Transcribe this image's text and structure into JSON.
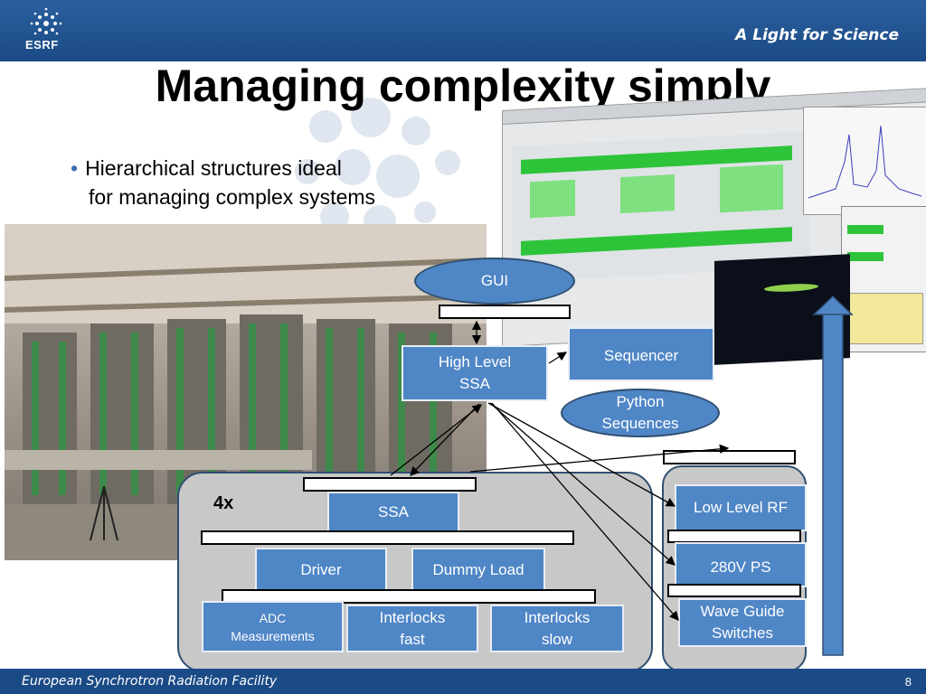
{
  "header": {
    "logo_text": "ESRF",
    "tagline": "A Light for Science"
  },
  "footer": {
    "org": "European Synchrotron Radiation Facility",
    "page": "8"
  },
  "title": "Managing complexity simply",
  "bullet": {
    "line1": "Hierarchical structures ideal",
    "line2": "for managing complex systems"
  },
  "diagram": {
    "gui": "GUI",
    "high_level_line1": "High Level",
    "high_level_line2": "SSA",
    "sequencer": "Sequencer",
    "python_line1": "Python",
    "python_line2": "Sequences",
    "multiplier": "4x",
    "ssa": "SSA",
    "driver": "Driver",
    "dummy_load": "Dummy Load",
    "adc_line1": "ADC",
    "adc_line2": "Measurements",
    "interlocks_fast_line1": "Interlocks",
    "interlocks_fast_line2": "fast",
    "interlocks_slow_line1": "Interlocks",
    "interlocks_slow_line2": "slow",
    "low_level_rf": "Low Level RF",
    "ps_280v": "280V PS",
    "waveguide_line1": "Wave Guide",
    "waveguide_line2": "Switches"
  },
  "colors": {
    "header_blue": "#1b4b86",
    "box_blue": "#4f86c6",
    "group_gray": "#c8c8c8"
  }
}
